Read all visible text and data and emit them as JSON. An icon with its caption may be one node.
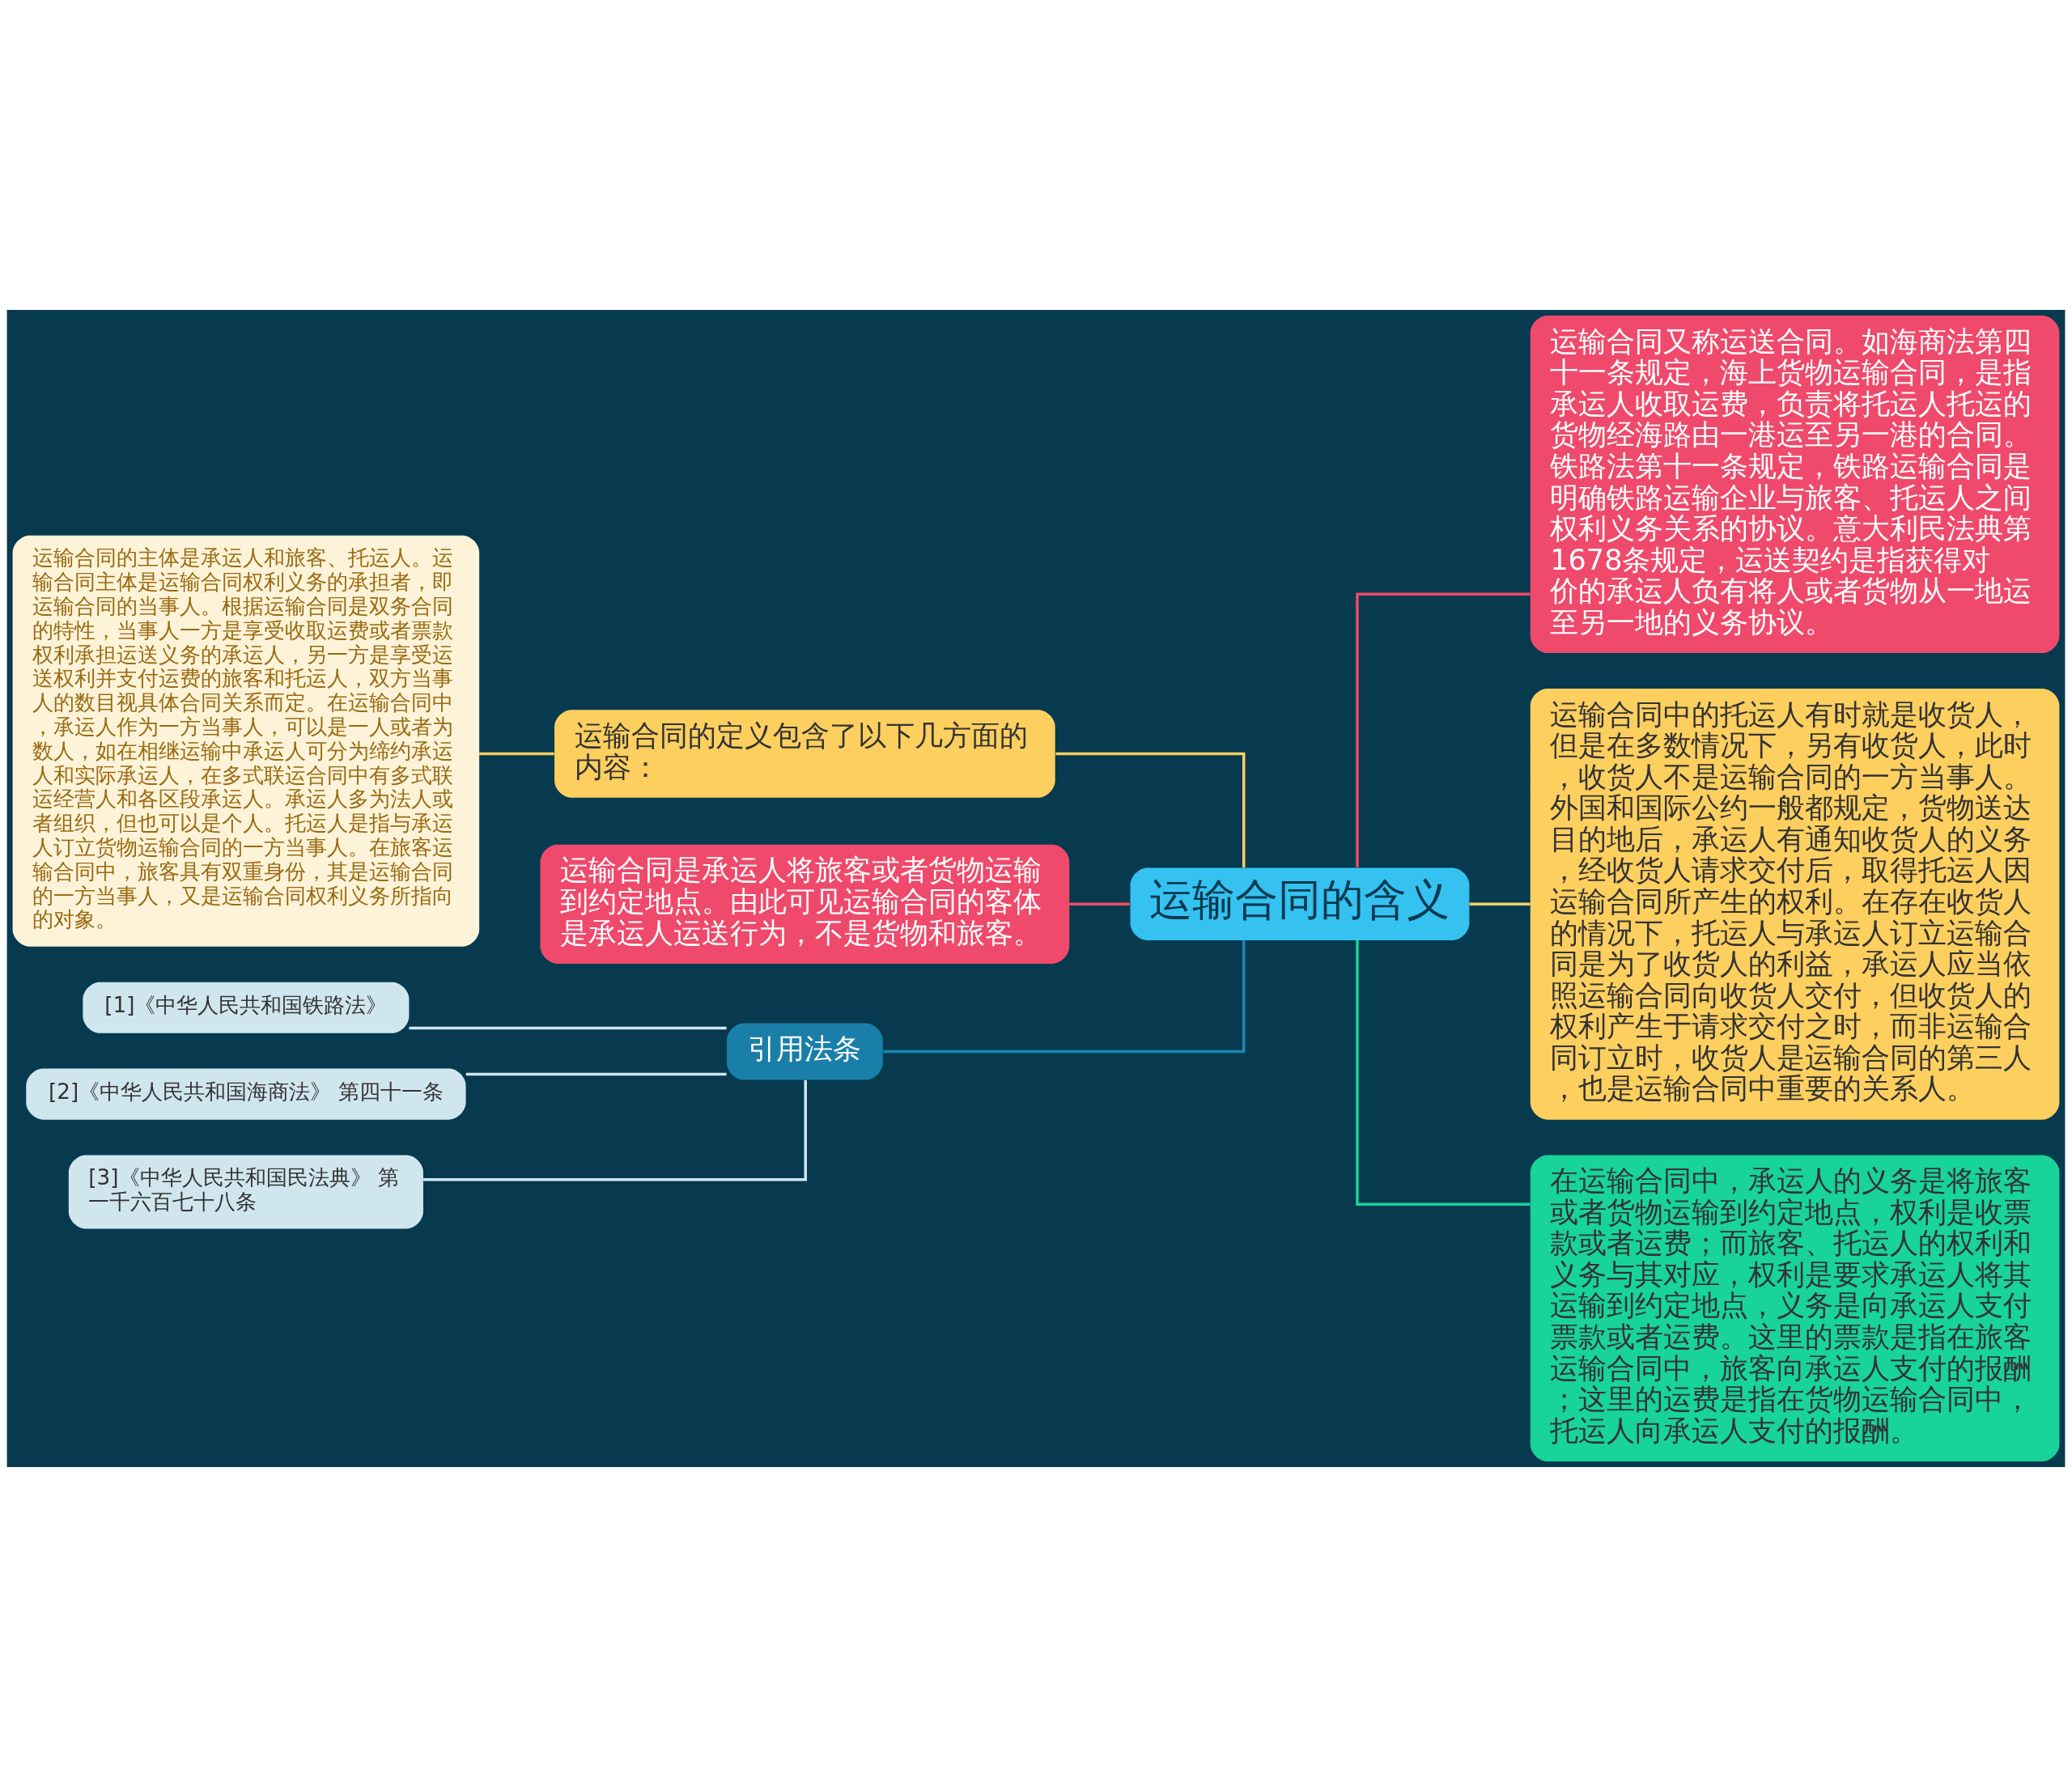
{
  "diagram": {
    "nodes": [
      {
        "text": [
          "运输合同的含义"
        ]
      },
      {
        "text": [
          "运输合同又称运送合同。如海商法第四十一条规定，海上货物运输合同，是指承运人收取运费，负责将托运人托运的货物经海路由一港运至另一港的合同。铁路法第十一条规定，铁路运输合同是明确铁路运输企业与旅客、托运人之间权利义务关系的协议。意大利民法典第1678条规定，运送契约是指获得对价的承运人负有将人或者货物从一地运至另一地的义务协议。"
        ]
      },
      {
        "text": [
          "运输合同中的托运人有时就是收货人，但是在多数情况下，另有收货人，此时，收货人不是运输合同的一方当事人。外国和国际公约一般都规定，货物送达目的地后，承运人有通知收货人的义务，经收货人请求交付后，取得托运人因运输合同所产生的权利。在存在收货人的情况下，托运人与承运人订立运输合同是为了收货人的利益，承运人应当依照运输合同向收货人交付，但收货人的权利产生于请求交付之时，而非运输合同订立时，收货人是运输合同的第三人，也是运输合同中重要的关系人。"
        ]
      },
      {
        "text": [
          "在运输合同中，承运人的义务是将旅客或者货物运输到约定地点，权利是收票款或者运费；而旅客、托运人的权利和义务与其对应，权利是要求承运人将其运输到约定地点，义务是向承运人支付票款或者运费。这里的票款是指在旅客运输合同中，旅客向承运人支付的报酬；这里的运费是指在货物运输合同中，托运人向承运人支付的报酬。"
        ]
      },
      {
        "text": [
          "运输合同的定义包含了以下几方面的内容："
        ]
      },
      {
        "text": [
          "运输合同的主体是承运人和旅客、托运人。运输合同主体是运输合同权利义务的承担者，即运输合同的当事人。根据运输合同是双务合同的特性，当事人一方是享受收取运费或者票款权利承担运送义务的承运人，另一方是享受运送权利并支付运费的旅客和托运人，双方当事人的数目视具体合同关系而定。在运输合同中，承运人作为一方当事人，可以是一人或者为数人，如在相继运输中承运人可分为缔约承运人和实际承运人，在多式联运合同中有多式联运经营人和各区段承运人。承运人多为法人或者组织，但也可以是个人。托运人是指与承运人订立货物运输合同的一方当事人。在旅客运输合同中，旅客具有双重身份，其是运输合同的一方当事人，又是运输合同权利义务所指向的对象。"
        ]
      },
      {
        "text": [
          "运输合同是承运人将旅客或者货物运输到约定地点。由此可见运输合同的客体是承运人运送行为，不是货物和旅客。"
        ]
      },
      {
        "text": [
          "引用法条"
        ]
      },
      {
        "text": [
          "[1]《中华人民共和国铁路法》"
        ]
      },
      {
        "text": [
          "[2]《中华人民共和国海商法》 第四十一条"
        ]
      },
      {
        "text": [
          "[3]《中华人民共和国民法典》 第一千六百七十八条"
        ]
      }
    ],
    "edges": [
      {
        "from": 0,
        "to": 1,
        "arrow": "none",
        "color": "#ef4a6b"
      },
      {
        "from": 0,
        "to": 2,
        "arrow": "none",
        "color": "#fccf5f"
      },
      {
        "from": 0,
        "to": 3,
        "arrow": "none",
        "color": "#18d39a"
      },
      {
        "from": 0,
        "to": 4,
        "arrow": "none",
        "color": "#fccf5f"
      },
      {
        "from": 4,
        "to": 5,
        "arrow": "none",
        "color": "#fccf5f"
      },
      {
        "from": 0,
        "to": 6,
        "arrow": "none",
        "color": "#ef4a6b"
      },
      {
        "from": 0,
        "to": 7,
        "arrow": "none",
        "color": "#1a87b3"
      },
      {
        "from": 7,
        "to": 8,
        "arrow": "none",
        "color": "#d0e6ef"
      },
      {
        "from": 7,
        "to": 9,
        "arrow": "none",
        "color": "#d0e6ef"
      },
      {
        "from": 7,
        "to": 10,
        "arrow": "none",
        "color": "#d0e6ef"
      }
    ]
  }
}
